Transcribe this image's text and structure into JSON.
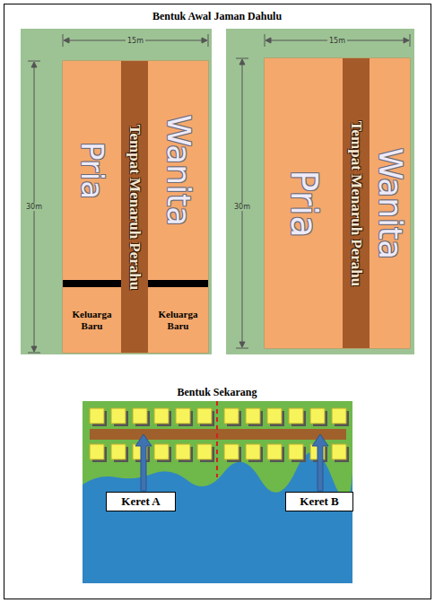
{
  "diagram": {
    "title": "Bentuk Awal Jaman Dahulu",
    "nodes": [
      {
        "text": [
          "Pria"
        ]
      },
      {
        "text": [
          "Tempat Menaruh Perahu"
        ]
      },
      {
        "text": [
          "Wanita"
        ]
      },
      {
        "text": [
          "Keluarga Baru"
        ]
      },
      {
        "text": [
          "Keluarga Baru"
        ]
      },
      {
        "text": [
          "Pria"
        ]
      },
      {
        "text": [
          "Tempat Menaruh Perahu"
        ]
      },
      {
        "text": [
          "Wanita"
        ]
      },
      {
        "text": [
          "Keret A"
        ]
      },
      {
        "text": [
          "Keret B"
        ]
      }
    ],
    "labels": [
      "15m",
      "30m",
      "15m",
      "30m",
      "Bentuk Sekarang"
    ]
  }
}
